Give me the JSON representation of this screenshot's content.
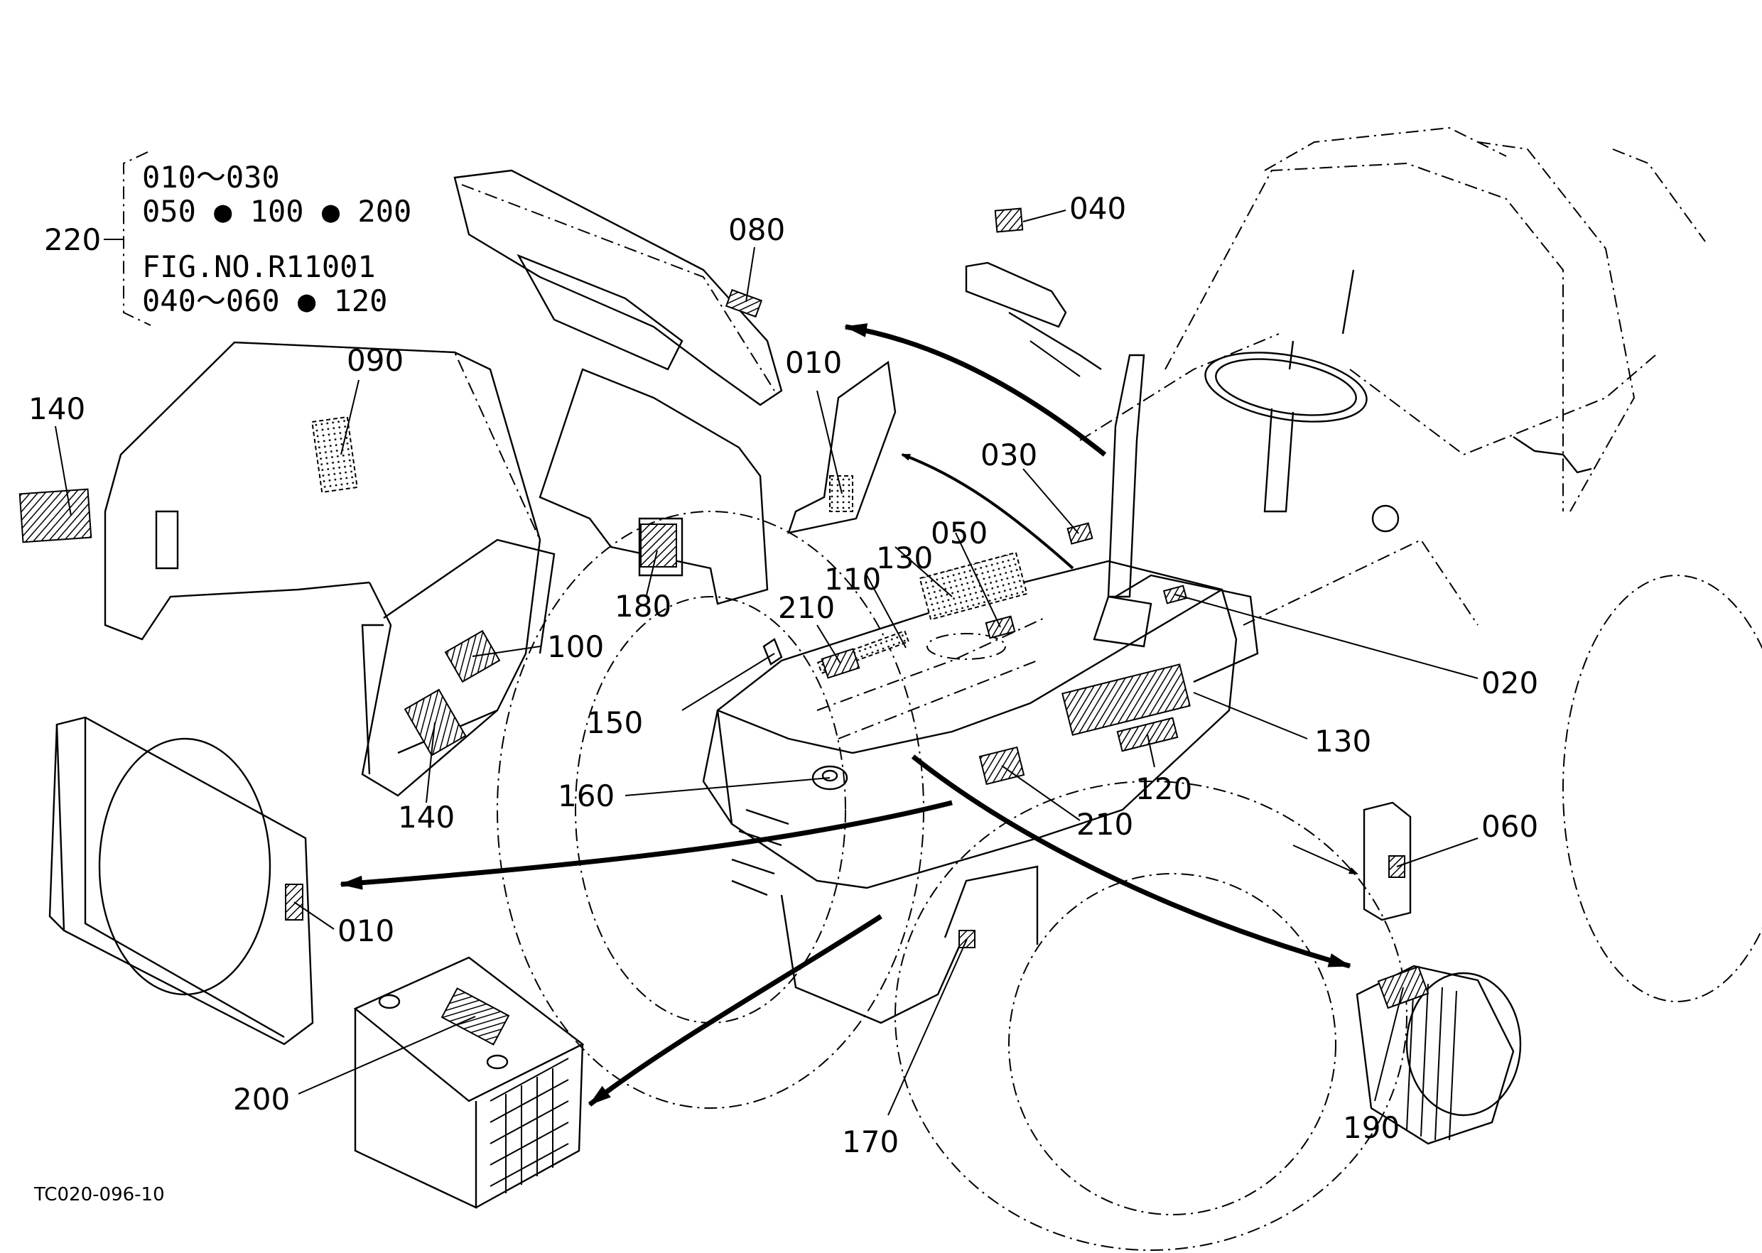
{
  "figure_code": "TC020-096-10",
  "legend": {
    "ref": "220",
    "lines": [
      "010～030",
      "050 ● 100 ● 200",
      "FIG.NO.R11001",
      "040～060 ● 120"
    ]
  },
  "callouts": {
    "c010a": "010",
    "c010b": "010",
    "c020": "020",
    "c030": "030",
    "c040": "040",
    "c050": "050",
    "c060": "060",
    "c080": "080",
    "c090": "090",
    "c100": "100",
    "c110": "110",
    "c120": "120",
    "c130a": "130",
    "c130b": "130",
    "c140a": "140",
    "c140b": "140",
    "c150": "150",
    "c160": "160",
    "c170": "170",
    "c180": "180",
    "c190": "190",
    "c200": "200",
    "c210a": "210",
    "c210b": "210"
  }
}
